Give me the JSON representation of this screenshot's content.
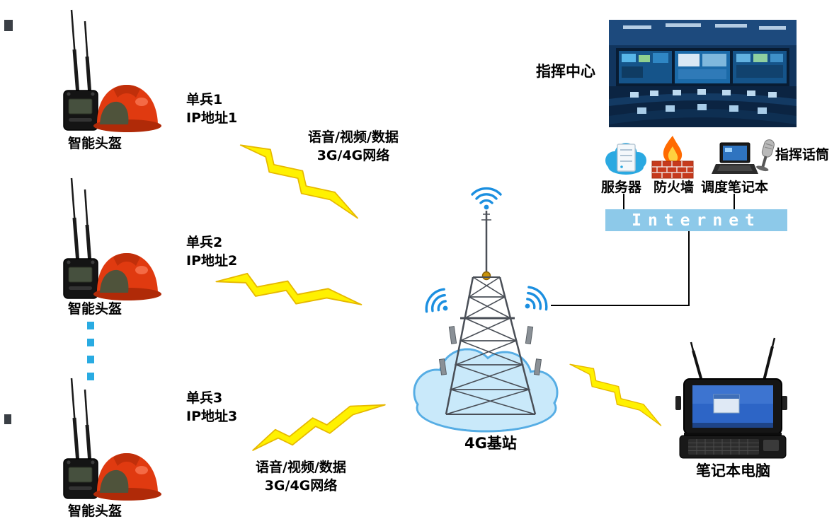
{
  "diagram": {
    "helmets": [
      {
        "label": "智能头盔"
      },
      {
        "label": "智能头盔"
      },
      {
        "label": "智能头盔"
      }
    ],
    "soldiers": [
      {
        "name": "单兵1",
        "ip": "IP地址1"
      },
      {
        "name": "单兵2",
        "ip": "IP地址2"
      },
      {
        "name": "单兵3",
        "ip": "IP地址3"
      }
    ],
    "links": {
      "top": {
        "line1": "语音/视频/数据",
        "line2": "3G/4G网络"
      },
      "bottom": {
        "line1": "语音/视频/数据",
        "line2": "3G/4G网络"
      }
    },
    "base_station": {
      "label": "4G基站"
    },
    "command_center": {
      "label": "指挥中心",
      "devices": {
        "server": "服务器",
        "firewall": "防火墙",
        "dispatch_laptop": "调度笔记本",
        "mic": "指挥话筒"
      }
    },
    "internet": {
      "label": "Internet",
      "bar_color": "#8DC9E9"
    },
    "laptop": {
      "label": "笔记本电脑"
    },
    "colors": {
      "bolt_fill": "#FFF100",
      "bolt_stroke": "#E6B800",
      "dotted_link": "#29ABE2",
      "wifi": "#1B8FE0",
      "cloud_fill": "#C9E9FA",
      "cloud_stroke": "#56ADE4"
    }
  }
}
